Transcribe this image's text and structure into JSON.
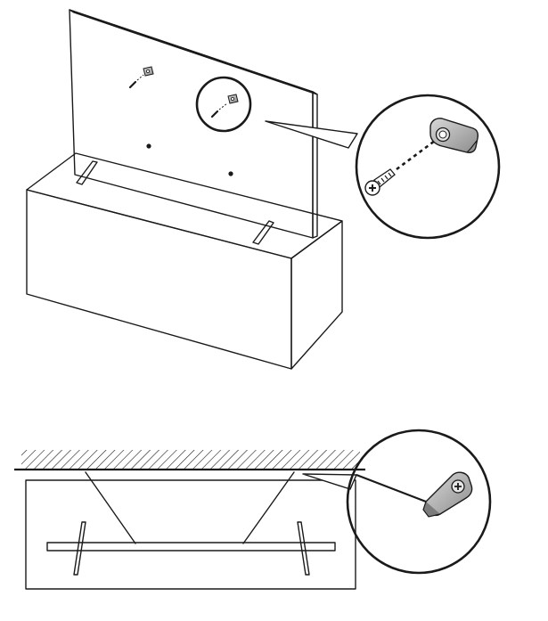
{
  "figure": {
    "panels": [
      {
        "id": "tv-on-cabinet",
        "callout": "bracket-and-screw-on-tv-back"
      },
      {
        "id": "wall-strap-top-view",
        "callout": "bracket-fixed-on-wall"
      }
    ],
    "icons": [
      "screw-icon",
      "bracket-icon",
      "magnifier-circle"
    ],
    "colors": {
      "line": "#1a1a1a",
      "bracket_shade": "#9a9a9a",
      "background": "#ffffff"
    }
  }
}
